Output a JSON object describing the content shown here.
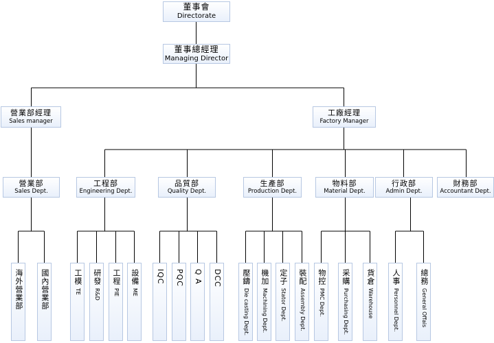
{
  "directorate": {
    "zh": "董事會",
    "en": "Directorate"
  },
  "managing_director": {
    "zh": "董事總經理",
    "en": "Managing Director"
  },
  "sales_manager": {
    "zh": "營業部經理",
    "en": "Sales manager"
  },
  "factory_manager": {
    "zh": "工廠經理",
    "en": "Factory Manager"
  },
  "departments": [
    {
      "zh": "營業部",
      "en": "Sales Dept."
    },
    {
      "zh": "工程部",
      "en": "Engineering Dept."
    },
    {
      "zh": "品質部",
      "en": "Quality Dept."
    },
    {
      "zh": "生產部",
      "en": "Production Dept."
    },
    {
      "zh": "物料部",
      "en": "Material Dept."
    },
    {
      "zh": "行政部",
      "en": "Admin Dept."
    },
    {
      "zh": "財務部",
      "en": "Accountant Dept."
    }
  ],
  "units": {
    "sales": [
      {
        "zh": "海外營業部",
        "en": ""
      },
      {
        "zh": "國內營業部",
        "en": ""
      }
    ],
    "engineering": [
      {
        "zh": "工模",
        "en": "TE"
      },
      {
        "zh": "研發",
        "en": "R&D"
      },
      {
        "zh": "工程",
        "en": "PIE"
      },
      {
        "zh": "設備",
        "en": "ME"
      }
    ],
    "quality": [
      {
        "zh": "",
        "en": "IQC"
      },
      {
        "zh": "",
        "en": "PQC"
      },
      {
        "zh": "",
        "en": "Q A"
      },
      {
        "zh": "",
        "en": "DCC"
      }
    ],
    "production": [
      {
        "zh": "壓鑄",
        "en": "Die casting Dept."
      },
      {
        "zh": "機加",
        "en": "Machining Dept."
      },
      {
        "zh": "定子",
        "en": "Stator Dept."
      },
      {
        "zh": "裝配",
        "en": "Assembly Dept."
      }
    ],
    "material": [
      {
        "zh": "物控",
        "en": "PMC Dept."
      },
      {
        "zh": "采購",
        "en": "Purchasing Dept."
      },
      {
        "zh": "貨倉",
        "en": "Warehouse"
      }
    ],
    "admin": [
      {
        "zh": "人事",
        "en": "Personnel Dept."
      },
      {
        "zh": "總務",
        "en": "General Offais"
      }
    ]
  }
}
